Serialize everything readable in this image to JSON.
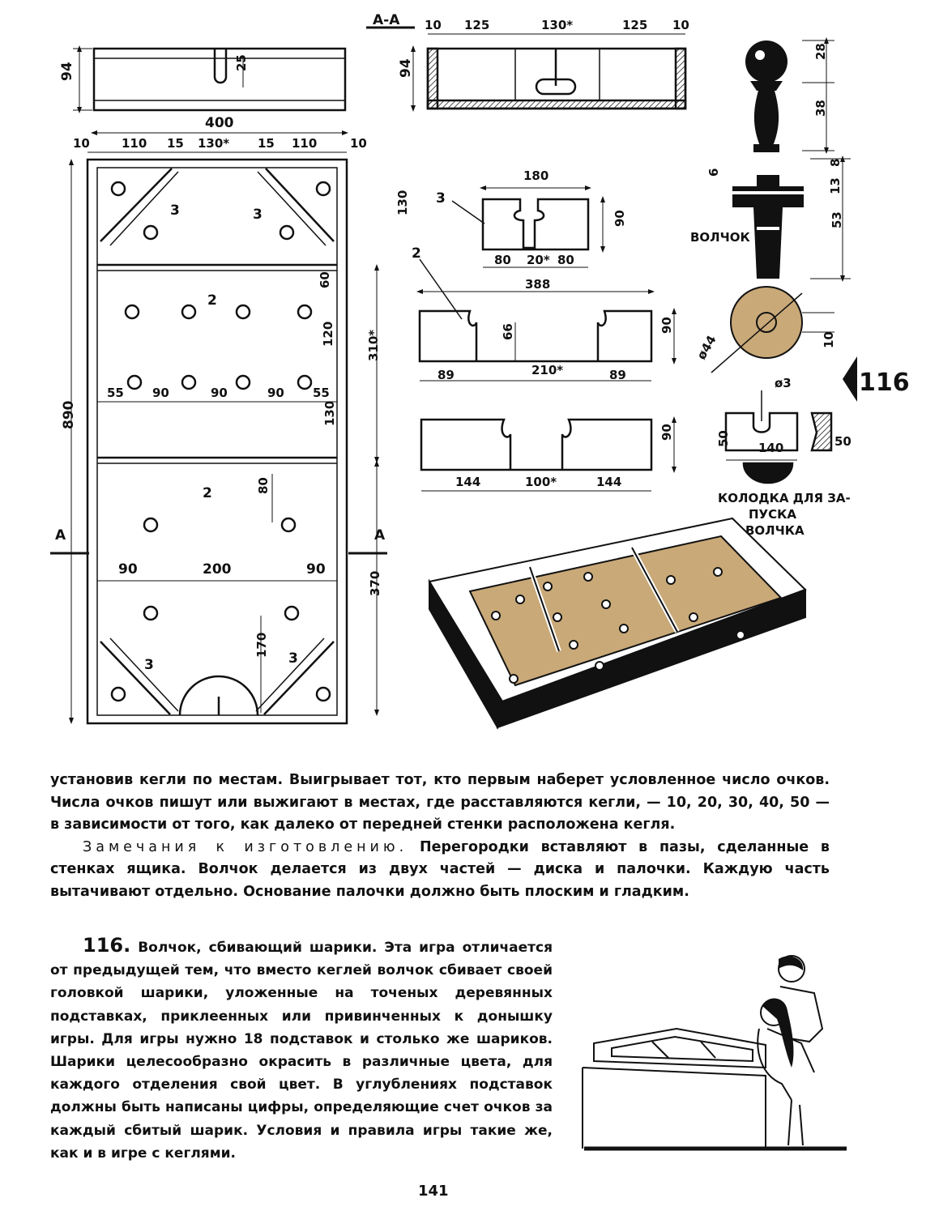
{
  "labels": {
    "section_a": "А-А",
    "volchok": "ВОЛЧОК",
    "kolodka_1": "КОЛОДКА ДЛЯ ЗА-",
    "kolodka_2": "ПУСКА",
    "kolodka_3": "ВОЛЧКА",
    "fig_num": "116",
    "mark_a": "А",
    "part_2": "2",
    "part_3": "3"
  },
  "dims": {
    "d94": "94",
    "d25": "25",
    "d400": "400",
    "d10": "10",
    "d110": "110",
    "d15": "15",
    "d130s": "130*",
    "d130": "130",
    "d60": "60",
    "d120": "120",
    "d310": "310*",
    "d55": "55",
    "d90": "90",
    "d890": "890",
    "d80": "80",
    "d200": "200",
    "d370": "370",
    "d170": "170",
    "d125": "125",
    "d28": "28",
    "d38": "38",
    "d6": "6",
    "d8": "8",
    "d13": "13",
    "d53": "53",
    "d180": "180",
    "d20": "20*",
    "d388": "388",
    "d66": "66",
    "d89": "89",
    "d210": "210*",
    "d44": "ø44",
    "d3": "ø3",
    "d50": "50",
    "d140": "140",
    "d144": "144",
    "d100": "100*"
  },
  "text": {
    "para1": "установив кегли по местам. Выигрывает тот, кто первым наберет условленное число очков. Числа очков пишут или выжигают в местах, где расставляются кегли, — 10, 20, 30, 40, 50 — в зависимости от того, как далеко от передней стенки расположена кегля.",
    "notes_head": "Замечания к изготовлению.",
    "notes_body": " Перегородки вставляют в пазы, сделанные в стенках ящика. Волчок делается из двух частей — диска и палочки. Каждую часть вытачивают отдельно. Основание палочки должно быть плоским и гладким.",
    "sec_num": "116.",
    "sec_title": " Волчок, сбивающий шарики.",
    "sec_body": " Эта игра отличается от предыдущей тем, что вместо кеглей волчок сбивает своей головкой шарики, уложенные на точеных деревянных подставках, приклеенных или привинченных к донышку игры. Для игры нужно 18 подставок и столько же шариков. Шарики целесообразно окрасить в различные цвета, для каждого отделения свой цвет. В углублениях подставок должны быть написаны цифры, определяющие счет очков за каждый сбитый шарик. Условия и правила игры такие же, как и в игре с кеглями.",
    "page_number": "141"
  },
  "colors": {
    "wood": "#c9a978",
    "ink": "#111111"
  }
}
